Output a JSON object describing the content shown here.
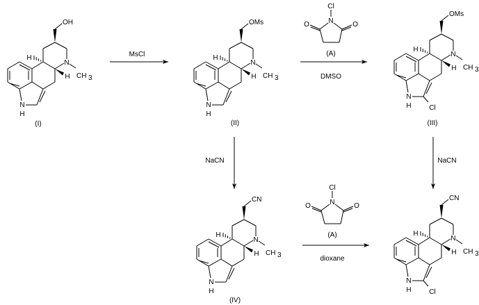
{
  "core_labels": {
    "n": "N",
    "h": "H",
    "methyl": "CH",
    "methyl_sub": "3",
    "indole_n": "N",
    "indole_h": "H"
  },
  "molecules": [
    {
      "id": "I",
      "label": "(I)",
      "substituent": "OH",
      "chloro": null
    },
    {
      "id": "II",
      "label": "(II)",
      "substituent": "OMs",
      "chloro": null
    },
    {
      "id": "III",
      "label": "(III)",
      "substituent": "OMs",
      "chloro": "Cl"
    },
    {
      "id": "IV",
      "label": "(IV)",
      "substituent": "CN",
      "chloro": null
    },
    {
      "id": "V",
      "label": "",
      "substituent": "CN",
      "chloro": "Cl"
    }
  ],
  "reagent_A": {
    "label": "(A)",
    "cl": "Cl",
    "n": "N",
    "o": "O"
  },
  "arrows": {
    "step1": "MsCl",
    "step2": "DMSO",
    "step3": "NaCN",
    "step4": "NaCN",
    "step5": "dioxane"
  }
}
